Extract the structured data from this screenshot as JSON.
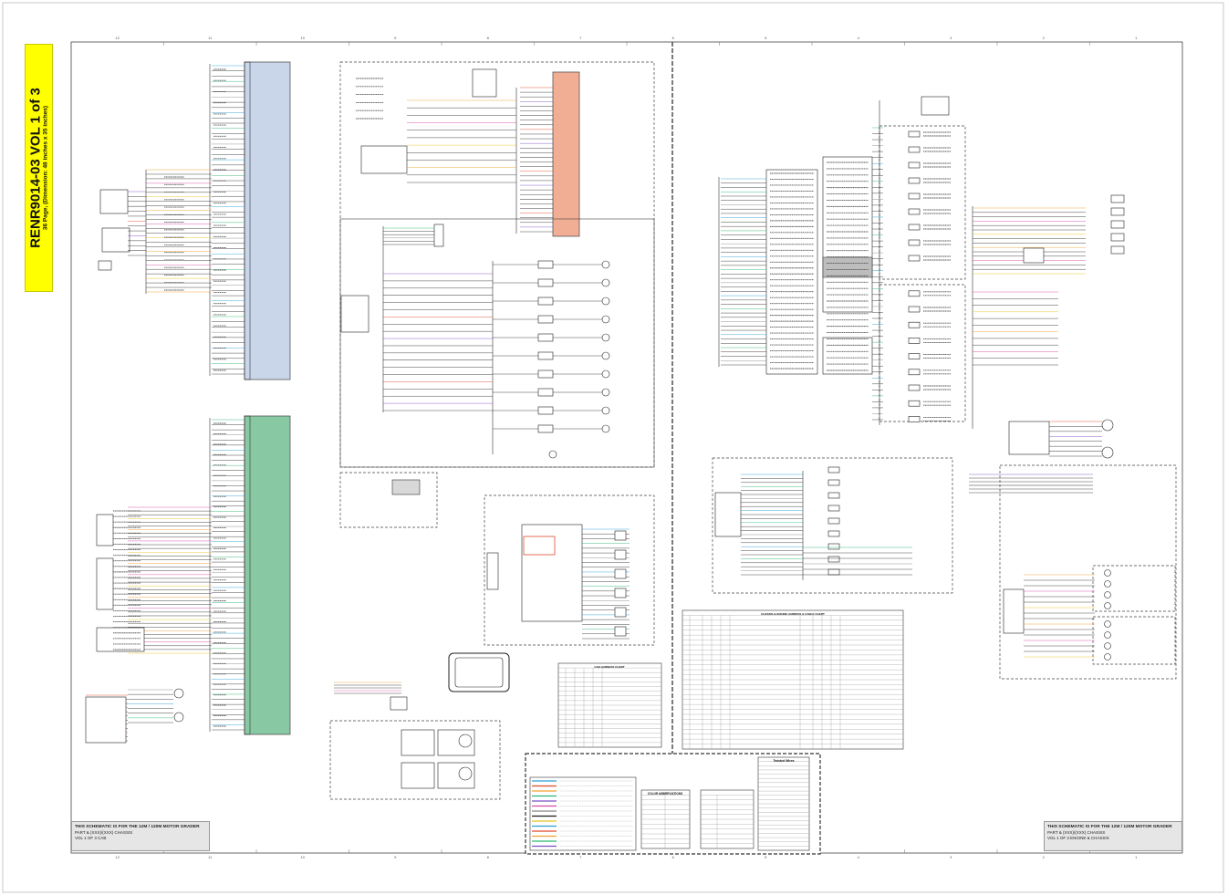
{
  "title": {
    "main": "RENR9014-03 VOL 1 of 3",
    "sub": "36 Page, (Dimension: 48 inches x 35 inches)"
  },
  "notes": {
    "left_line1": "THIS SCHEMATIC IS FOR THE 12M / 120M MOTOR GRADER",
    "left_line2": "PART & (XXX)/(XXX) CHASSIS",
    "left_line3": "VOL 1 OF 3 CAB",
    "right_line1": "THIS SCHEMATIC IS FOR THE 12M / 120M MOTOR GRADER",
    "right_line2": "PART & (XXX)/(XXX) CHASSIS",
    "right_line3": "VOL 1 OF 3 ENGINE & CHASSIS"
  },
  "tables": {
    "cab_harness": "CAB HARNESS CHART",
    "chassis_harness": "CHASSIS & ENGINE HARNESS & CABLE CHART",
    "color_abbrev": "COLOR ABBREVIATIONS",
    "twisted_wires": "Twisted Wires"
  },
  "grid_numbers": [
    "12",
    "11",
    "10",
    "9",
    "8",
    "7",
    "6",
    "5",
    "4",
    "3",
    "2",
    "1"
  ],
  "colors": {
    "banner": "#ffff00",
    "panel_blue": "#c9d6ea",
    "panel_green": "#88c9a4",
    "panel_salmon": "#f2ae94",
    "line": "#222222"
  }
}
